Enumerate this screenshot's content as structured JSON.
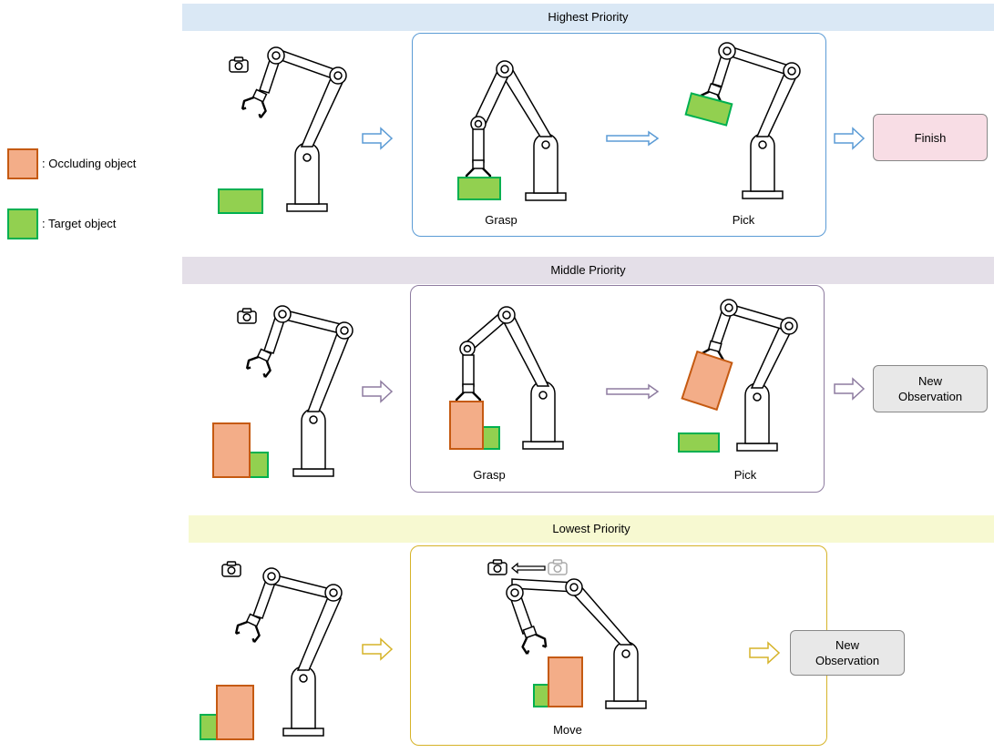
{
  "legend": {
    "occluding_label": ": Occluding object",
    "target_label": ": Target object",
    "occluding_color": "#f3ad88",
    "occluding_border": "#c55a11",
    "target_color": "#92d050",
    "target_border": "#00b050"
  },
  "rows": [
    {
      "title": "Highest Priority",
      "banner_color": "#dae8f5",
      "accent": "#5b9bd5",
      "step1": "Grasp",
      "step2": "Pick",
      "outcome": "Finish",
      "outcome_color": "#f8dde5"
    },
    {
      "title": "Middle Priority",
      "banner_color": "#e4dfe8",
      "accent": "#8e7ca0",
      "step1": "Grasp",
      "step2": "Pick",
      "outcome": "New\nObservation",
      "outcome_color": "#e8e8e8"
    },
    {
      "title": "Lowest Priority",
      "banner_color": "#f7f9d1",
      "accent": "#d6b328",
      "step1": "Move",
      "outcome": "New\nObservation",
      "outcome_color": "#e8e8e8"
    }
  ],
  "icons": {
    "camera": "camera-icon",
    "arrow": "hollow-right-arrow-icon",
    "robot": "robot-arm-icon"
  }
}
